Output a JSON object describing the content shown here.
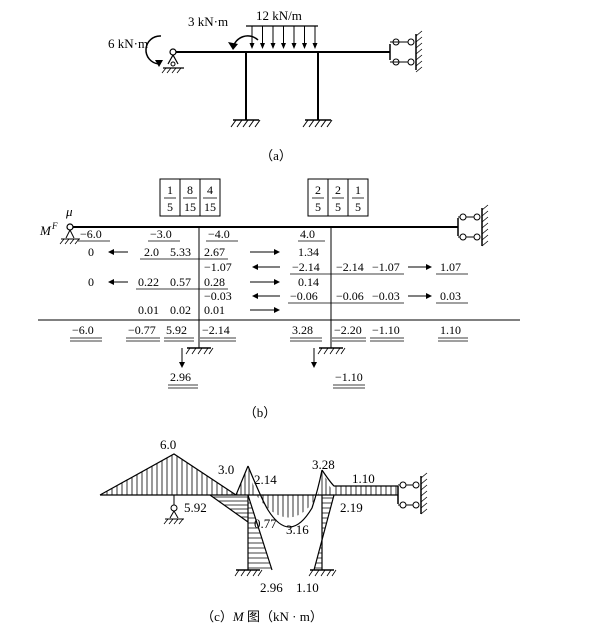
{
  "a": {
    "m_left": "6 kN·m",
    "m_joint": "3 kN·m",
    "q": "12 kN/m",
    "caption": "（a）"
  },
  "b": {
    "mu": "μ",
    "mf_label": "M",
    "mf_sup": "F",
    "df_left": [
      {
        "n": "1",
        "d": "5"
      },
      {
        "n": "8",
        "d": "15"
      },
      {
        "n": "4",
        "d": "15"
      }
    ],
    "df_right": [
      {
        "n": "2",
        "d": "5"
      },
      {
        "n": "2",
        "d": "5"
      },
      {
        "n": "1",
        "d": "5"
      }
    ],
    "fem": [
      "−6.0",
      "−3.0",
      "−4.0",
      "4.0"
    ],
    "r1": [
      "0",
      "2.0",
      "5.33",
      "2.67",
      "1.34"
    ],
    "r2": [
      "−1.07",
      "−2.14",
      "−2.14",
      "−1.07",
      "1.07"
    ],
    "r3": [
      "0",
      "0.22",
      "0.57",
      "0.28",
      "0.14"
    ],
    "r4": [
      "−0.03",
      "−0.06",
      "−0.06",
      "−0.03",
      "0.03"
    ],
    "r5": [
      "0.01",
      "0.02",
      "0.01"
    ],
    "final": [
      "−6.0",
      "−0.77",
      "5.92",
      "−2.14",
      "3.28",
      "−2.20",
      "−1.10",
      "1.10"
    ],
    "col_b": "2.96",
    "col_c": "−1.10",
    "caption": "（b）"
  },
  "c": {
    "v60": "6.0",
    "v30": "3.0",
    "v214": "2.14",
    "v328": "3.28",
    "v110": "1.10",
    "v592": "5.92",
    "v077": "0.77",
    "v316": "3.16",
    "v219": "2.19",
    "v296": "2.96",
    "v110b": "1.10",
    "caption_pre": "（c）",
    "caption_m": "M",
    "caption_post": " 图（kN · m）"
  }
}
